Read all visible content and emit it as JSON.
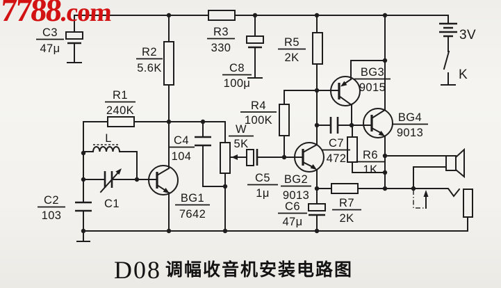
{
  "watermark": {
    "main": "7788",
    "suffix": ".com",
    "color": "#d31313"
  },
  "title": {
    "code": "D08",
    "text": "调幅收音机安装电路图"
  },
  "power": {
    "battery_value": "3V",
    "switch_label": "K"
  },
  "components": {
    "c3": {
      "ref": "C3",
      "value": "47μ"
    },
    "r2": {
      "ref": "R2",
      "value": "5.6K"
    },
    "r3": {
      "ref": "R3",
      "value": "330"
    },
    "c8": {
      "ref": "C8",
      "value": "100μ"
    },
    "r5": {
      "ref": "R5",
      "value": "2K"
    },
    "r1": {
      "ref": "R1",
      "value": "240K"
    },
    "l": {
      "ref": "L"
    },
    "c1": {
      "ref": "C1"
    },
    "c2": {
      "ref": "C2",
      "value": "103"
    },
    "bg1": {
      "ref": "BG1",
      "value": "7642"
    },
    "c4": {
      "ref": "C4",
      "value": "104"
    },
    "w": {
      "ref": "W",
      "value": "5K"
    },
    "r4": {
      "ref": "R4",
      "value": "100K"
    },
    "c5": {
      "ref": "C5",
      "value": "1μ"
    },
    "bg2": {
      "ref": "BG2",
      "value": "9013"
    },
    "c6": {
      "ref": "C6",
      "value": "47μ"
    },
    "r7": {
      "ref": "R7",
      "value": "2K"
    },
    "c7": {
      "ref": "C7",
      "value": "472"
    },
    "bg3": {
      "ref": "BG3",
      "value": "9015"
    },
    "bg4": {
      "ref": "BG4",
      "value": "9013"
    },
    "r6": {
      "ref": "R6",
      "value": "1K"
    }
  },
  "colors": {
    "line": "#1d1d1d",
    "paper": "#f3f2ee",
    "watermark_red": "#d31313"
  }
}
